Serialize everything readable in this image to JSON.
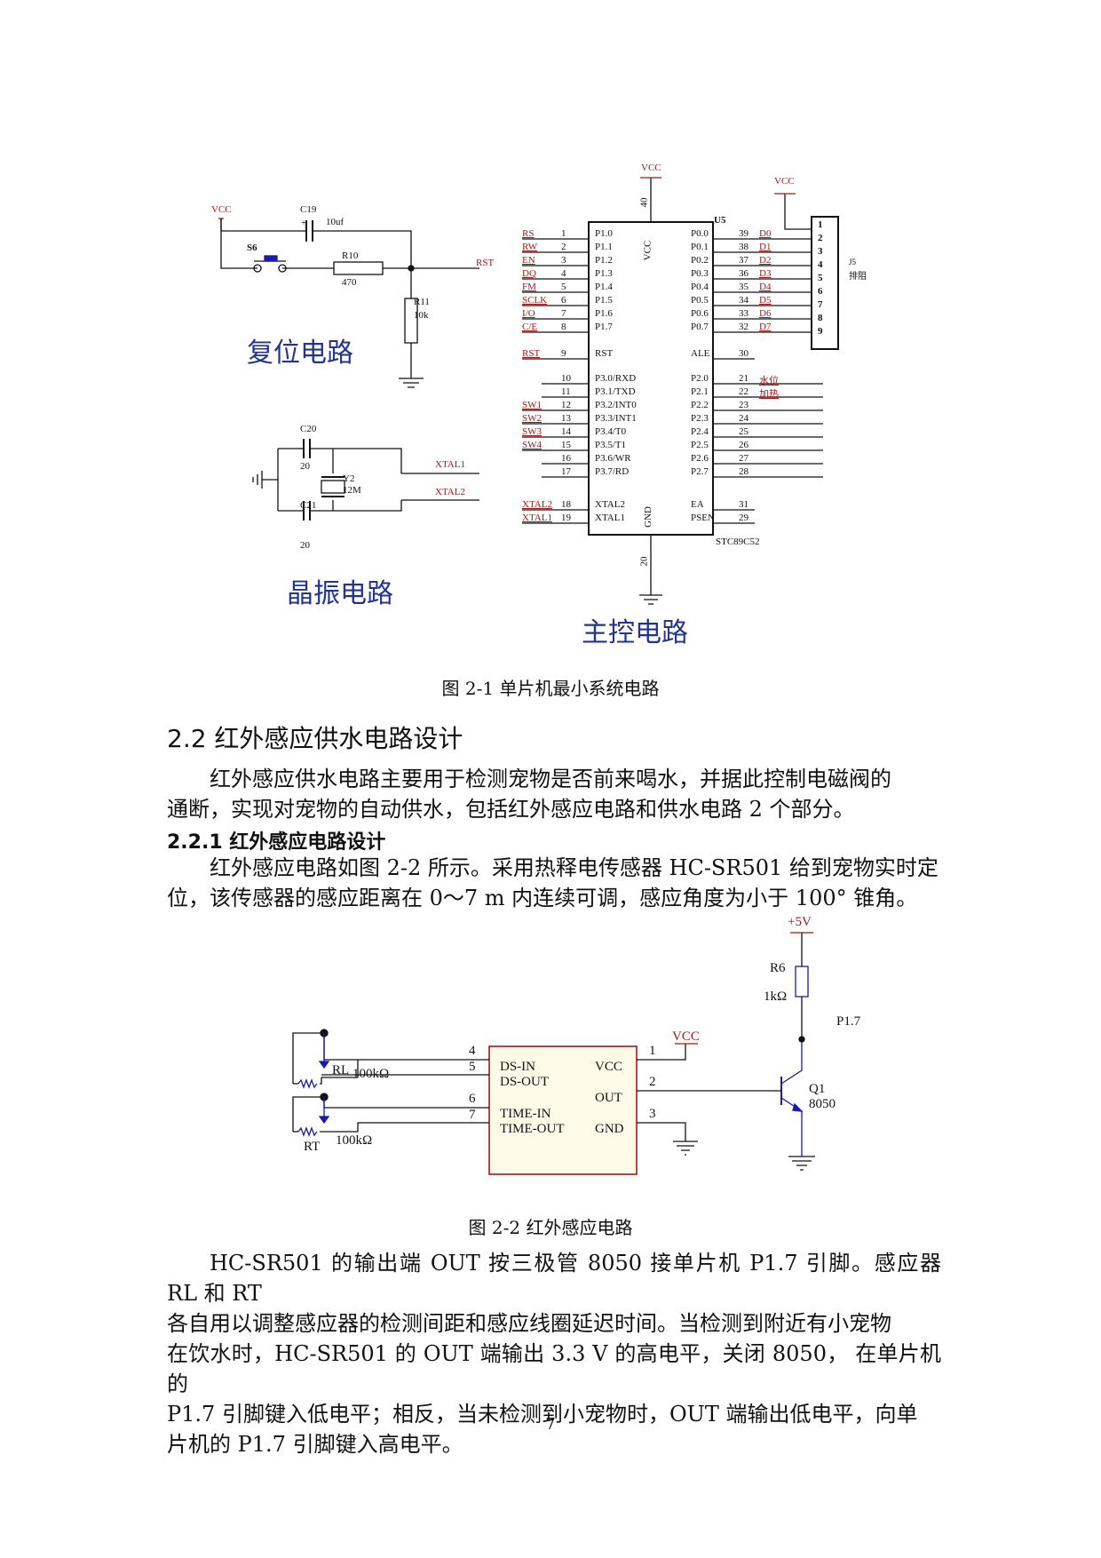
{
  "figure1": {
    "caption": "图 2-1  单片机最小系统电路",
    "reset": {
      "title": "复位电路",
      "vcc": "VCC",
      "c19": "C19",
      "c19_value": "10uf",
      "plus": "+",
      "s6": "S6",
      "r10": "R10",
      "r10_value": "470",
      "r11": "R11",
      "r11_value": "10k",
      "rst": "RST"
    },
    "crystal": {
      "title": "晶振电路",
      "c20": "C20",
      "c20_value": "20",
      "c21": "C21",
      "c21_value": "20",
      "y2": "Y2",
      "y2_value": "12M",
      "xtal1": "XTAL1",
      "xtal2": "XTAL2"
    },
    "main": {
      "title": "主控电路",
      "chip_ref": "U5",
      "chip_part": "STC89C52",
      "vcc_top": "VCC",
      "vcc_pin": "40",
      "vcc_label": "VCC",
      "gnd_label": "GND",
      "gnd_pin": "20",
      "vcc_header": "VCC",
      "header_ref": "J5",
      "header_name": "排阻",
      "header_pins": [
        "1",
        "2",
        "3",
        "4",
        "5",
        "6",
        "7",
        "8",
        "9"
      ],
      "left_pins": [
        {
          "net": "RS",
          "num": "1",
          "name": "P1.0"
        },
        {
          "net": "RW",
          "num": "2",
          "name": "P1.1"
        },
        {
          "net": "EN",
          "num": "3",
          "name": "P1.2"
        },
        {
          "net": "DQ",
          "num": "4",
          "name": "P1.3"
        },
        {
          "net": "FM",
          "num": "5",
          "name": "P1.4"
        },
        {
          "net": "SCLK",
          "num": "6",
          "name": "P1.5"
        },
        {
          "net": "I/O",
          "num": "7",
          "name": "P1.6"
        },
        {
          "net": "C/E",
          "num": "8",
          "name": "P1.7"
        },
        {
          "net": "RST",
          "num": "9",
          "name": "RST"
        },
        {
          "net": "",
          "num": "10",
          "name": "P3.0/RXD"
        },
        {
          "net": "",
          "num": "11",
          "name": "P3.1/TXD"
        },
        {
          "net": "SW1",
          "num": "12",
          "name": "P3.2/INT0"
        },
        {
          "net": "SW2",
          "num": "13",
          "name": "P3.3/INT1"
        },
        {
          "net": "SW3",
          "num": "14",
          "name": "P3.4/T0"
        },
        {
          "net": "SW4",
          "num": "15",
          "name": "P3.5/T1"
        },
        {
          "net": "",
          "num": "16",
          "name": "P3.6/WR"
        },
        {
          "net": "",
          "num": "17",
          "name": "P3.7/RD"
        },
        {
          "net": "XTAL2",
          "num": "18",
          "name": "XTAL2"
        },
        {
          "net": "XTAL1",
          "num": "19",
          "name": "XTAL1"
        }
      ],
      "right_pins": [
        {
          "name": "P0.0",
          "num": "39",
          "net": "D0"
        },
        {
          "name": "P0.1",
          "num": "38",
          "net": "D1"
        },
        {
          "name": "P0.2",
          "num": "37",
          "net": "D2"
        },
        {
          "name": "P0.3",
          "num": "36",
          "net": "D3"
        },
        {
          "name": "P0.4",
          "num": "35",
          "net": "D4"
        },
        {
          "name": "P0.5",
          "num": "34",
          "net": "D5"
        },
        {
          "name": "P0.6",
          "num": "33",
          "net": "D6"
        },
        {
          "name": "P0.7",
          "num": "32",
          "net": "D7"
        },
        {
          "name": "ALE",
          "num": "30",
          "net": ""
        },
        {
          "name": "P2.0",
          "num": "21",
          "net": "水位"
        },
        {
          "name": "P2.1",
          "num": "22",
          "net": "加热"
        },
        {
          "name": "P2.2",
          "num": "23",
          "net": ""
        },
        {
          "name": "P2.3",
          "num": "24",
          "net": ""
        },
        {
          "name": "P2.4",
          "num": "25",
          "net": ""
        },
        {
          "name": "P2.5",
          "num": "26",
          "net": ""
        },
        {
          "name": "P2.6",
          "num": "27",
          "net": ""
        },
        {
          "name": "P2.7",
          "num": "28",
          "net": ""
        },
        {
          "name": "EA",
          "num": "31",
          "net": ""
        },
        {
          "name": "PSEN",
          "num": "29",
          "net": ""
        }
      ]
    }
  },
  "section_2_2": {
    "heading": "2.2 红外感应供水电路设计",
    "para1_line1": "红外感应供水电路主要用于检测宠物是否前来喝水，并据此控制电磁阀的",
    "para1_line2": "通断，实现对宠物的自动供水，包括红外感应电路和供水电路 2 个部分。"
  },
  "section_2_2_1": {
    "heading": "2.2.1 红外感应电路设计",
    "para1_line1": "红外感应电路如图 2-2 所示。采用热释电传感器 HC-SR501 给到宠物实时定",
    "para1_line2": "位，该传感器的感应距离在 0～7 m 内连续可调，感应角度为小于 100° 锥角。"
  },
  "figure2": {
    "caption": "图 2-2  红外感应电路",
    "plus5v": "+5V",
    "r6": "R6",
    "r6_value": "1kΩ",
    "p17": "P1.7",
    "vcc": "VCC",
    "q1": "Q1",
    "q1_part": "8050",
    "rl": "RL",
    "rl_value": "100kΩ",
    "rt": "RT",
    "rt_value": "100kΩ",
    "module_left": [
      "DS-IN",
      "DS-OUT",
      "TIME-IN",
      "TIME-OUT"
    ],
    "module_right": [
      "VCC",
      "OUT",
      "GND"
    ],
    "pin_nums_left": [
      "4",
      "5",
      "6",
      "7"
    ],
    "pin_nums_right": [
      "1",
      "2",
      "3"
    ]
  },
  "para_after": {
    "line1": "HC-SR501 的输出端 OUT 按三极管 8050 接单片机 P1.7 引脚。感应器 RL 和 RT",
    "line2": "各自用以调整感应器的检测间距和感应线圈延迟时间。当检测到附近有小宠物",
    "line3": "在饮水时，HC-SR501 的 OUT 端输出 3.3 V 的高电平，关闭 8050， 在单片机的",
    "line4": "P1.7 引脚键入低电平；相反，当未检测到小宠物时，OUT 端输出低电平，向单",
    "line5": "片机的 P1.7 引脚键入高电平。"
  },
  "page_number": "7",
  "colors": {
    "schematic_red": "#a01818",
    "schematic_blue": "#1a1aa8",
    "title_blue": "#24348c"
  }
}
